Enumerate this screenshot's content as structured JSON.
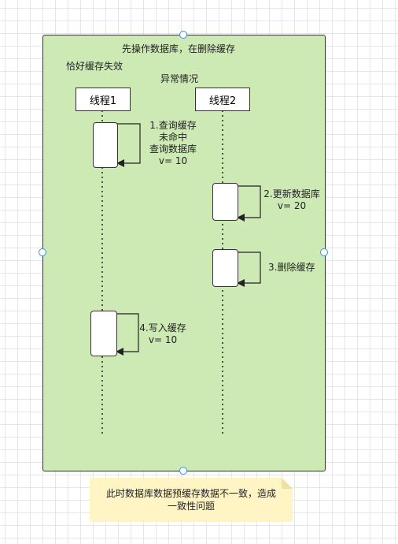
{
  "diagram": {
    "title": "先操作数据库，在删除缓存",
    "subtitle": "恰好缓存失效",
    "case_label": "异常情况",
    "lifelines": [
      {
        "id": "thread-1",
        "label": "线程1"
      },
      {
        "id": "thread-2",
        "label": "线程2"
      }
    ],
    "steps": [
      {
        "lines": [
          "1.查询缓存",
          "未命中",
          "查询数据库",
          "v= 10"
        ]
      },
      {
        "lines": [
          "2.更新数据库",
          "v= 20"
        ]
      },
      {
        "lines": [
          "3.删除缓存"
        ]
      },
      {
        "lines": [
          "4.写入缓存",
          "v= 10"
        ]
      }
    ],
    "note": [
      "此时数据库数据预缓存数据不一致，造成",
      "一致性问题"
    ]
  },
  "colors": {
    "frame_fill": "#cdeab4",
    "note_fill": "#fff4c3",
    "selection_handle": "#3a8ee6"
  }
}
